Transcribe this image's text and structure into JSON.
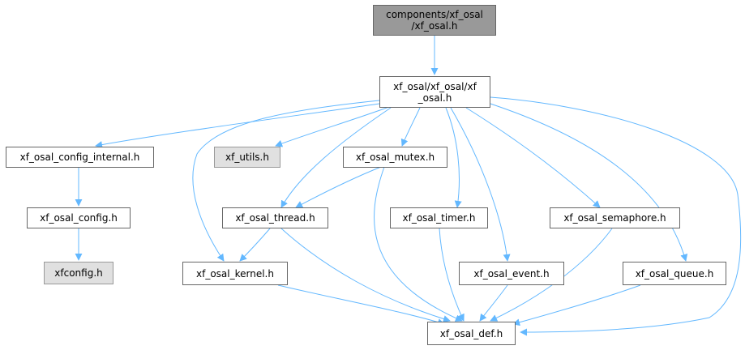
{
  "nodes": {
    "root": "components/xf_osal\n/xf_osal.h",
    "main": "xf_osal/xf_osal/xf\n_osal.h",
    "config_internal": "xf_osal_config_internal.h",
    "utils": "xf_utils.h",
    "mutex": "xf_osal_mutex.h",
    "config": "xf_osal_config.h",
    "thread": "xf_osal_thread.h",
    "timer": "xf_osal_timer.h",
    "semaphore": "xf_osal_semaphore.h",
    "xfconfig": "xfconfig.h",
    "kernel": "xf_osal_kernel.h",
    "event": "xf_osal_event.h",
    "queue": "xf_osal_queue.h",
    "def": "xf_osal_def.h"
  },
  "colors": {
    "edge": "#63b8ff",
    "root_fill": "#999999",
    "external_fill": "#e0e0e0",
    "node_border": "#666666"
  }
}
